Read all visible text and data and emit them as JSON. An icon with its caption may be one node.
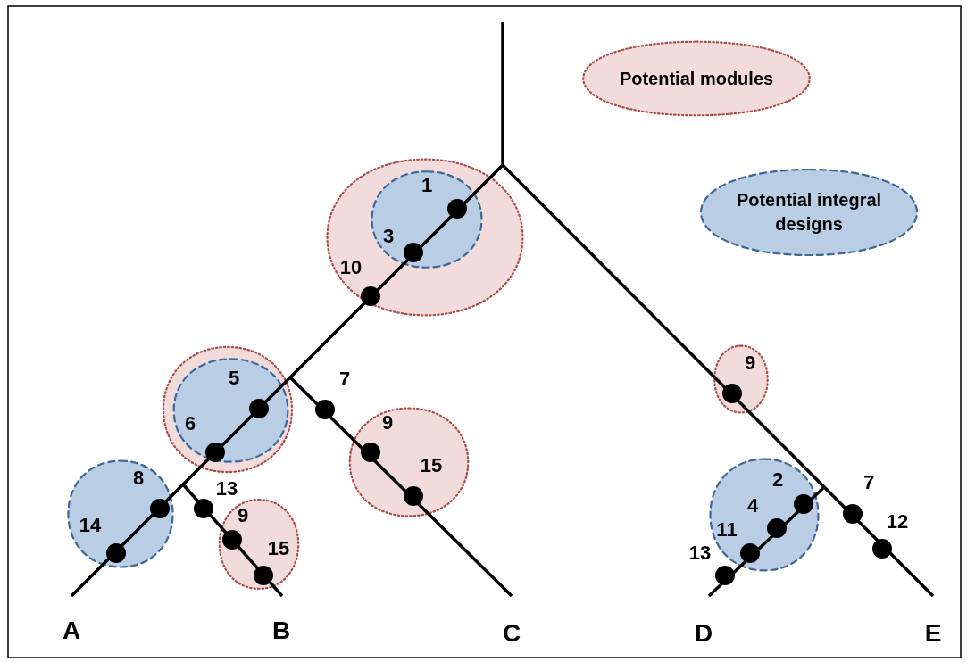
{
  "diagram": {
    "nodes": [
      {
        "text": [
          "10"
        ]
      },
      {
        "text": [
          "1",
          "3"
        ],
        "in": 0
      },
      {
        "text": [],
        "shape": "cloud"
      },
      {
        "text": [
          "5",
          "6"
        ],
        "in": 2
      },
      {
        "text": [
          "9",
          "15"
        ]
      },
      {
        "text": [
          "8",
          "14"
        ]
      },
      {
        "text": [
          "9",
          "15"
        ]
      },
      {
        "text": [
          "9"
        ]
      },
      {
        "text": [
          "2",
          "4",
          "11"
        ]
      }
    ],
    "edges": [],
    "labels": [
      "7",
      "13",
      "7",
      "12",
      "13",
      "A",
      "B",
      "C",
      "D",
      "E"
    ],
    "legend": [
      {
        "text": "Potential modules",
        "color": "#f2dcdb"
      },
      {
        "text": "Potential integral designs",
        "color": "#b9cde5"
      }
    ]
  }
}
